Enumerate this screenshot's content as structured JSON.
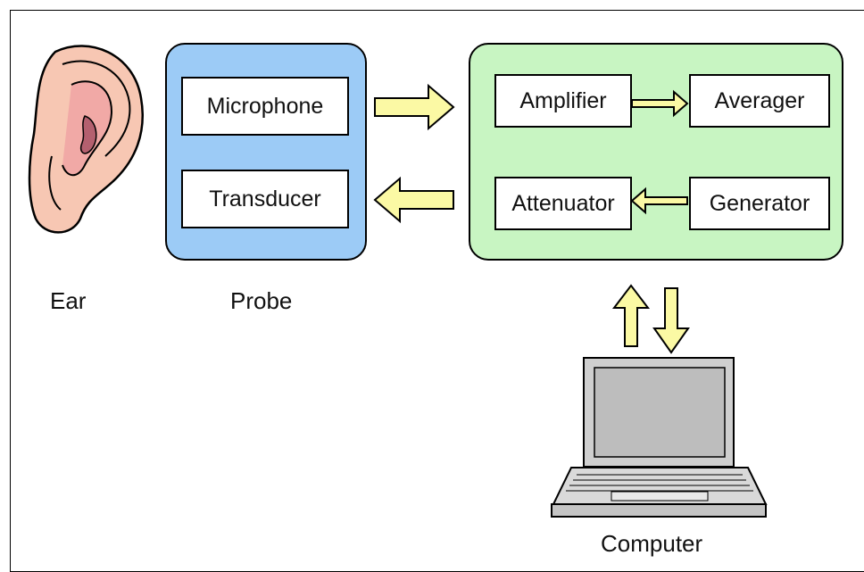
{
  "labels": {
    "ear": "Ear",
    "probe": "Probe",
    "computer": "Computer"
  },
  "probe": {
    "microphone": "Microphone",
    "transducer": "Transducer"
  },
  "analyzer": {
    "amplifier": "Amplifier",
    "averager": "Averager",
    "attenuator": "Attenuator",
    "generator": "Generator"
  },
  "colors": {
    "probe_fill": "#9ccbf6",
    "analyzer_fill": "#c8f5c2",
    "arrow_fill": "#fbf9a4",
    "ear_skin": "#f7c7b3",
    "laptop_gray": "#cfcfcf"
  }
}
